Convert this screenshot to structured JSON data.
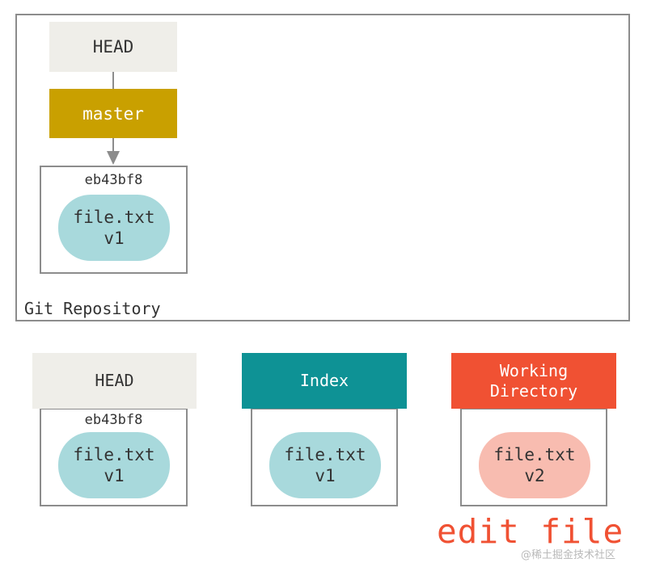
{
  "colors": {
    "head_bg": "#efeee9",
    "branch_bg": "#c9a000",
    "index_bg": "#0e9295",
    "workdir_bg": "#f05133",
    "blob_committed": "#a8d9dc",
    "blob_modified": "#f8bcb0",
    "frame": "#8c8c8c",
    "action_text": "#f05133"
  },
  "repository": {
    "label": "Git Repository",
    "head_label": "HEAD",
    "branch_label": "master",
    "commit": {
      "id": "eb43bf8",
      "file_name": "file.txt",
      "file_version": "v1"
    }
  },
  "areas": {
    "head": {
      "label": "HEAD",
      "commit_id": "eb43bf8",
      "file_name": "file.txt",
      "file_version": "v1"
    },
    "index": {
      "label": "Index",
      "file_name": "file.txt",
      "file_version": "v1"
    },
    "working_directory": {
      "label_line1": "Working",
      "label_line2": "Directory",
      "file_name": "file.txt",
      "file_version": "v2"
    }
  },
  "action": {
    "label": "edit file"
  },
  "watermark": {
    "text": "@稀土掘金技术社区"
  }
}
